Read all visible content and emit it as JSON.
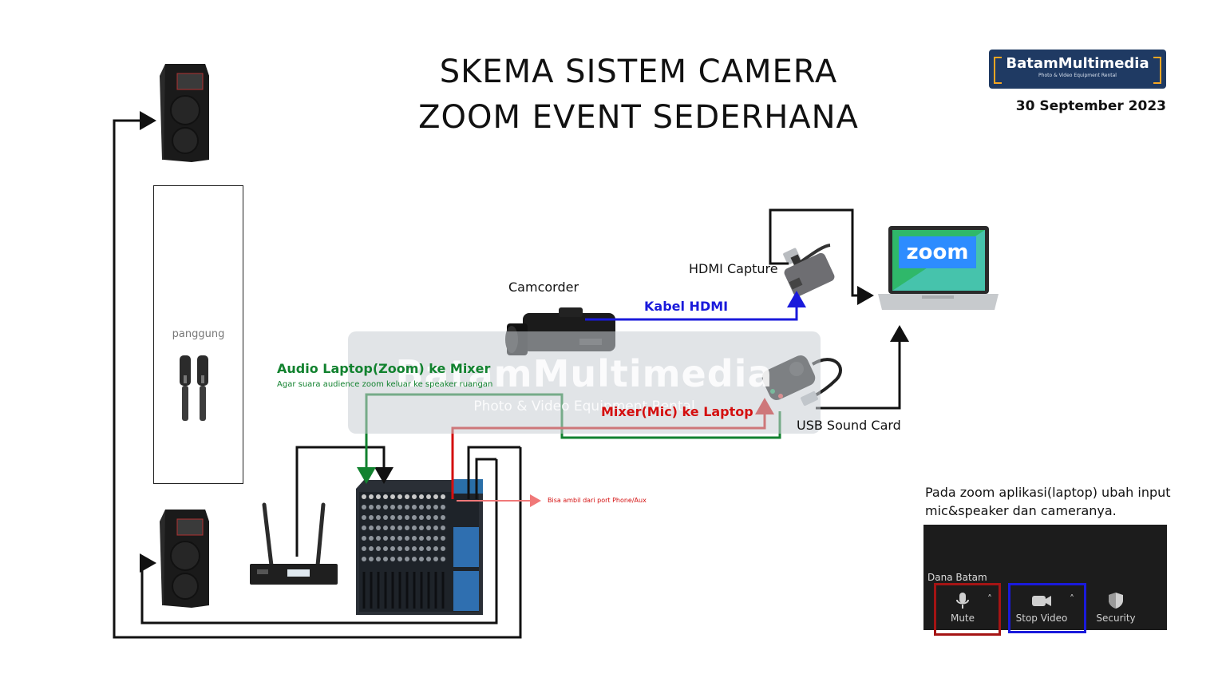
{
  "title": {
    "line1": "SKEMA SISTEM CAMERA",
    "line2": "ZOOM EVENT SEDERHANA"
  },
  "logo": {
    "brand": "BatamMultimedia",
    "tagline": "Photo & Video Equipment Rental"
  },
  "date": "30 September 2023",
  "stage": {
    "label": "panggung"
  },
  "labels": {
    "camcorder": "Camcorder",
    "hdmi_capture": "HDMI Capture",
    "kabel_hdmi": "Kabel HDMI",
    "usb_sound_card": "USB Sound Card",
    "audio_laptop": "Audio Laptop(Zoom) ke Mixer",
    "audio_laptop_sub": "Agar suara audience zoom keluar ke speaker ruangan",
    "mixer_mic": "Mixer(Mic) ke Laptop",
    "phone_aux": "Bisa ambil dari port Phone/Aux",
    "zoom_screen": "zoom"
  },
  "watermark": {
    "brand": "BatamMultimedia",
    "tagline": "Photo & Video Equipment Rental"
  },
  "note": "Pada zoom aplikasi(laptop) ubah input mic&speaker dan cameranya.",
  "zoom_toolbar": {
    "participant": "Dana Batam",
    "buttons": [
      {
        "label": "Mute",
        "icon": "microphone-icon"
      },
      {
        "label": "Stop Video",
        "icon": "video-camera-icon"
      },
      {
        "label": "Security",
        "icon": "shield-icon"
      }
    ]
  },
  "colors": {
    "hdmi": "#1a1adb",
    "audio_to_mixer": "#12822f",
    "mic_to_laptop": "#d40f0f",
    "phone_aux": "#f07878",
    "cable": "#111111",
    "logo_bg": "#1f3a63",
    "zoom_blue": "#2d8cff"
  }
}
